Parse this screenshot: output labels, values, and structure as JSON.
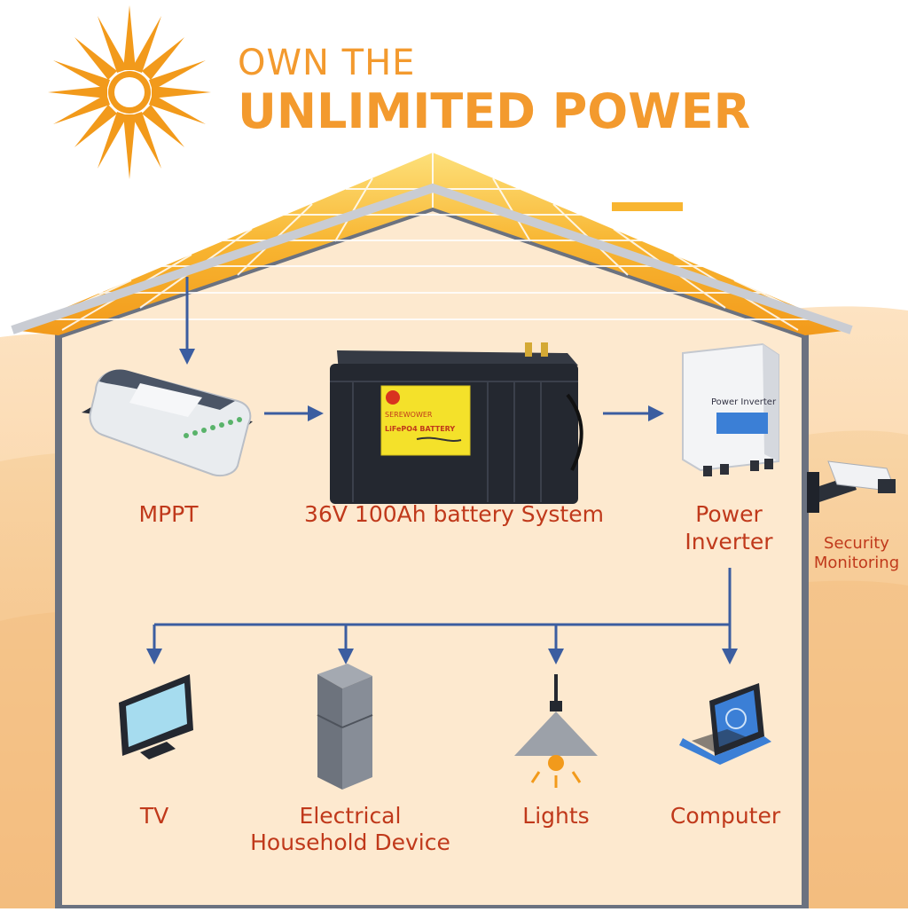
{
  "header": {
    "line1": "OWN THE",
    "line2": "UNLIMITED POWER"
  },
  "top_row": {
    "mppt": "MPPT",
    "battery": "36V 100Ah battery System",
    "inverter_line1": "Power",
    "inverter_line2": "Inverter",
    "inverter_device_text": "Power Inverter"
  },
  "battery_label": {
    "brand": "SEREWOWER",
    "chem": "LiFePO4 BATTERY"
  },
  "security": {
    "line1": "Security",
    "line2": "Monitoring"
  },
  "bottom_row": {
    "tv": "TV",
    "device_line1": "Electrical",
    "device_line2": "Household Device",
    "lights": "Lights",
    "computer": "Computer"
  },
  "colors": {
    "title_orange": "#f39a2e",
    "label_red": "#c0391b",
    "arrow_blue": "#3b5da0",
    "house_fill": "#fde9cf",
    "wall_gray": "#6b7280"
  }
}
